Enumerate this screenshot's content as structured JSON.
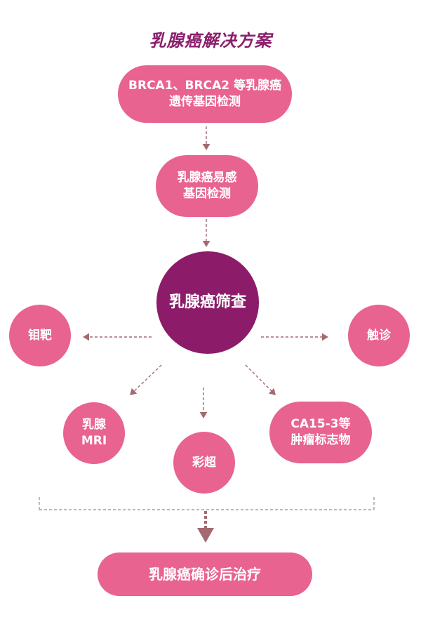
{
  "title": "乳腺癌解决方案",
  "colors": {
    "pink": "#E8638F",
    "purple": "#8C1C69",
    "title": "#8A1F6B",
    "arrow": "#A36A70",
    "dash": "#9A8A8E"
  },
  "nodes": {
    "genetic_test": {
      "line1": "BRCA1、BRCA2 等乳腺癌",
      "line2": "遗传基因检测"
    },
    "susceptibility_test": {
      "line1": "乳腺癌易感",
      "line2": "基因检测"
    },
    "screening": {
      "label": "乳腺癌筛查"
    },
    "mammography": {
      "label": "钼靶"
    },
    "palpation": {
      "label": "触诊"
    },
    "breast_mri": {
      "line1": "乳腺",
      "line2": "MRI"
    },
    "color_ultrasound": {
      "label": "彩超"
    },
    "tumor_markers": {
      "line1": "CA15-3等",
      "line2": "肿瘤标志物"
    },
    "treatment": {
      "label": "乳腺癌确诊后治疗"
    }
  },
  "edges": [
    {
      "from": "genetic_test",
      "to": "susceptibility_test"
    },
    {
      "from": "susceptibility_test",
      "to": "screening"
    },
    {
      "from": "screening",
      "to": "mammography"
    },
    {
      "from": "screening",
      "to": "palpation"
    },
    {
      "from": "screening",
      "to": "breast_mri"
    },
    {
      "from": "screening",
      "to": "color_ultrasound"
    },
    {
      "from": "screening",
      "to": "tumor_markers"
    },
    {
      "from": "screening_group",
      "to": "treatment"
    }
  ]
}
